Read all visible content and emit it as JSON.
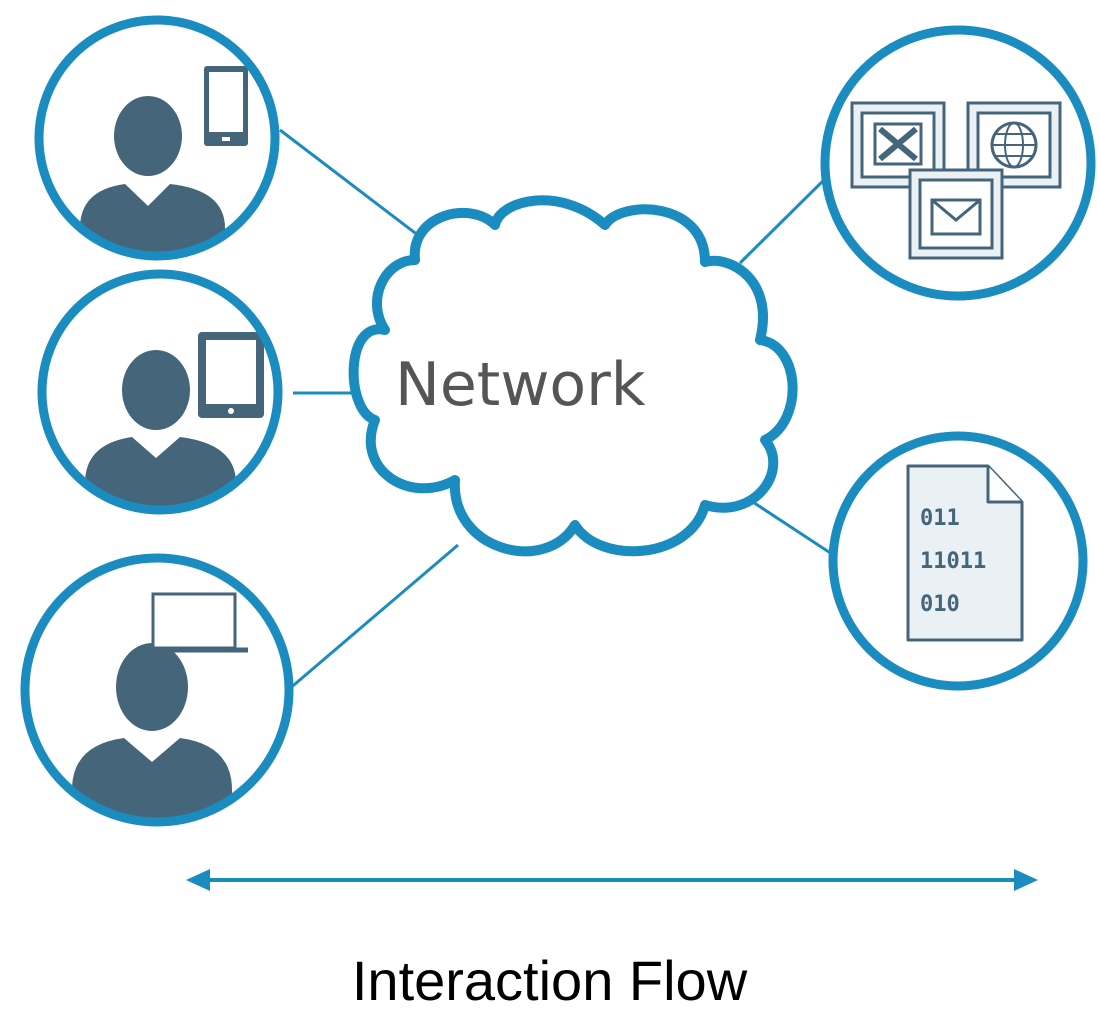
{
  "colors": {
    "accent": "#1a8cbf",
    "figure": "#45657a",
    "doc_fill": "#eaf1f5",
    "text_gray": "#555555"
  },
  "network": {
    "label": "Network"
  },
  "users": [
    {
      "name": "user-with-smartphone",
      "device_icon": "smartphone-icon"
    },
    {
      "name": "user-with-tablet",
      "device_icon": "tablet-icon"
    },
    {
      "name": "user-with-laptop",
      "device_icon": "laptop-icon"
    }
  ],
  "resources": [
    {
      "name": "applications-node",
      "icons": [
        "spreadsheet-icon",
        "globe-icon",
        "mail-icon"
      ]
    },
    {
      "name": "data-node",
      "icon": "binary-document-icon",
      "lines": [
        "011",
        "11011",
        "010"
      ]
    }
  ],
  "footer": {
    "caption": "Interaction Flow",
    "arrow_icon": "double-arrow-icon"
  }
}
